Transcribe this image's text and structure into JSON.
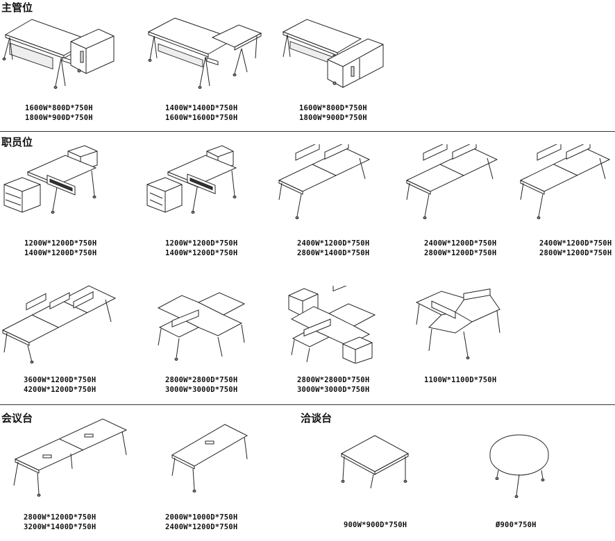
{
  "sections": {
    "executive": "主管位",
    "staff": "职员位",
    "conference": "会议台",
    "negotiation": "洽谈台"
  },
  "items": [
    {
      "dims": [
        "1600W*800D*750H",
        "1800W*900D*750H"
      ]
    },
    {
      "dims": [
        "1400W*1400D*750H",
        "1600W*1600D*750H"
      ]
    },
    {
      "dims": [
        "1600W*800D*750H",
        "1800W*900D*750H"
      ]
    },
    {
      "dims": [
        "1200W*1200D*750H",
        "1400W*1200D*750H"
      ]
    },
    {
      "dims": [
        "1200W*1200D*750H",
        "1400W*1200D*750H"
      ]
    },
    {
      "dims": [
        "2400W*1200D*750H",
        "2800W*1400D*750H"
      ]
    },
    {
      "dims": [
        "2400W*1200D*750H",
        "2800W*1200D*750H"
      ]
    },
    {
      "dims": [
        "2400W*1200D*750H",
        "2800W*1200D*750H"
      ]
    },
    {
      "dims": [
        "3600W*1200D*750H",
        "4200W*1200D*750H"
      ]
    },
    {
      "dims": [
        "2800W*2800D*750H",
        "3000W*3000D*750H"
      ]
    },
    {
      "dims": [
        "2800W*2800D*750H",
        "3000W*3000D*750H"
      ]
    },
    {
      "dims": [
        "1100W*1100D*750H"
      ]
    },
    {
      "dims": [
        "2800W*1200D*750H",
        "3200W*1400D*750H"
      ]
    },
    {
      "dims": [
        "2000W*1000D*750H",
        "2400W*1200D*750H"
      ]
    },
    {
      "dims": [
        "900W*900D*750H"
      ]
    },
    {
      "dims": [
        "Ø900*750H"
      ]
    }
  ]
}
